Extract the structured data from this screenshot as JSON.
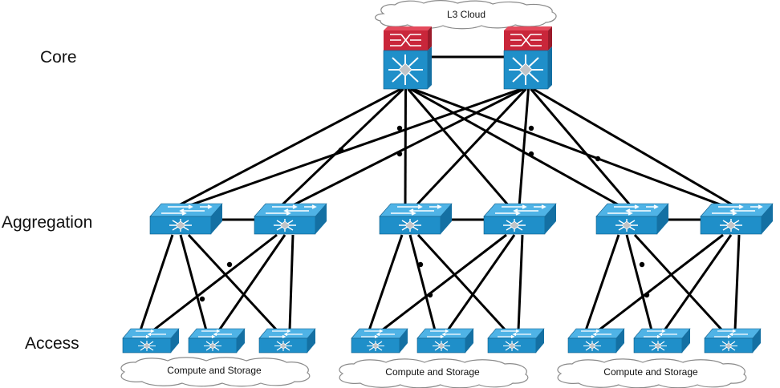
{
  "tiers": {
    "core": "Core",
    "aggregation": "Aggregation",
    "access": "Access"
  },
  "clouds": {
    "top": "L3 Cloud",
    "compute": [
      "Compute and Storage",
      "Compute and Storage",
      "Compute and Storage"
    ]
  },
  "colors": {
    "switch_front": "#1f8fc9",
    "switch_top": "#4fb3e6",
    "switch_side": "#1470a3",
    "router_red": "#c9263a",
    "router_red_top": "#e44a5c",
    "link": "#000000"
  },
  "icons": {
    "core": "core-switch-icon",
    "aggregation": "aggregation-switch-icon",
    "access": "access-switch-icon",
    "cloud": "cloud-icon"
  }
}
